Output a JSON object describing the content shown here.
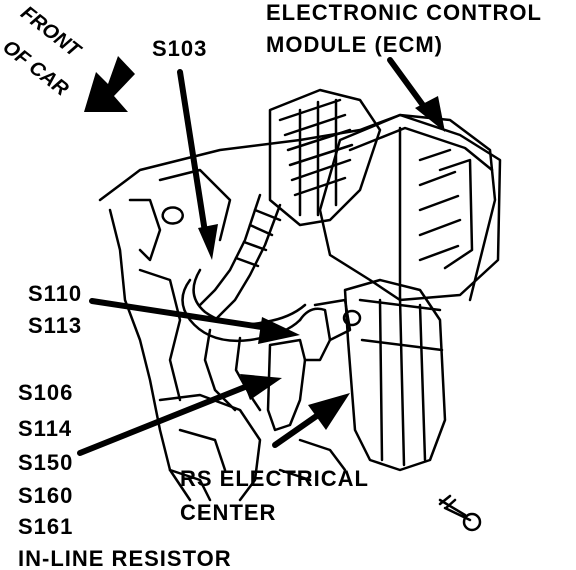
{
  "labels": {
    "front_of_car_line1": "FRONT",
    "front_of_car_line2": "OF CAR",
    "ecm_line1": "ELECTRONIC CONTROL",
    "ecm_line2": "MODULE (ECM)",
    "s103": "S103",
    "s110": "S110",
    "s113": "S113",
    "s106": "S106",
    "s114": "S114",
    "s150": "S150",
    "s160": "S160",
    "s161": "S161",
    "inline_resistor": "IN-LINE RESISTOR",
    "rs_center_line1": "RS ELECTRICAL",
    "rs_center_line2": "CENTER"
  },
  "colors": {
    "ink": "#000000",
    "paper": "#ffffff"
  }
}
